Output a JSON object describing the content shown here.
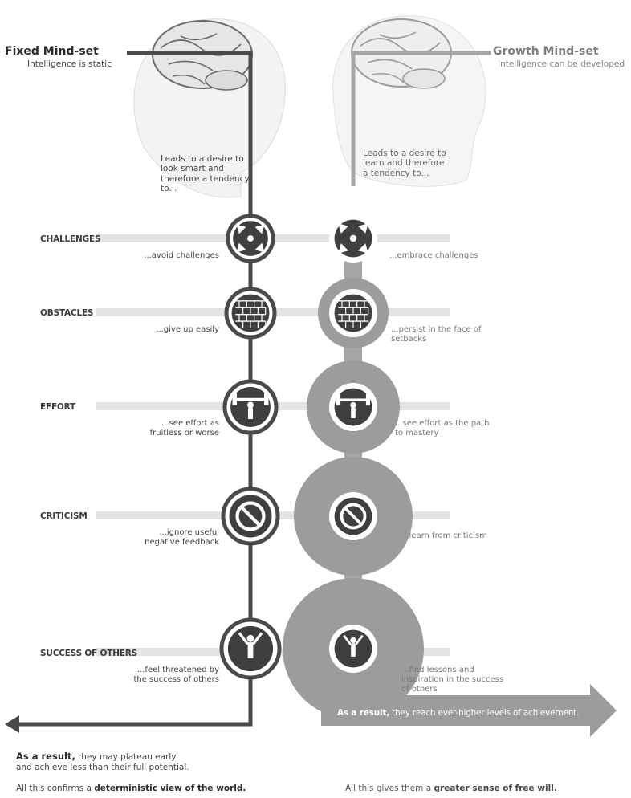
{
  "fixed": {
    "title": "Fixed Mind-set",
    "subtitle": "Intelligence is static",
    "leads": "Leads to a desire to look smart and therefore a tendency to...",
    "result_label": "As a result,",
    "result_line1": " they may plateau early",
    "result_line2": "and achieve less than their full potential.",
    "confirm_prefix": "All this confirms a ",
    "confirm_bold": "deterministic view of the world."
  },
  "growth": {
    "title": "Growth Mind-set",
    "subtitle": "Intelligence can be developed",
    "leads": "Leads to a desire to learn and therefore a tendency to...",
    "result_label": "As a result,",
    "result_text": " they reach ever-higher levels of achievement.",
    "confirm_prefix": "All this gives them a ",
    "confirm_bold": "greater sense of free will."
  },
  "rows": [
    {
      "category": "CHALLENGES",
      "icon": "arrows-inward-icon",
      "fixed": "...avoid challenges",
      "growth": "...embrace challenges"
    },
    {
      "category": "OBSTACLES",
      "icon": "brick-wall-icon",
      "fixed": "...give up easily",
      "growth": "...persist in the face of setbacks"
    },
    {
      "category": "EFFORT",
      "icon": "weightlifter-icon",
      "fixed": "...see effort as fruitless or worse",
      "growth": "...see effort as the path to mastery"
    },
    {
      "category": "CRITICISM",
      "icon": "prohibited-icon",
      "fixed": "...ignore useful negative feedback",
      "growth": "...learn from criticism"
    },
    {
      "category": "SUCCESS OF OTHERS",
      "icon": "winner-icon",
      "fixed": "...feel threatened by the success of others",
      "growth": "...find lessons and inspiration in the success of others"
    }
  ],
  "colors": {
    "fixed_line": "#4a4a4a",
    "growth_line": "#a6a6a6",
    "icon_fill": "#3f3f3f",
    "growth_circle": "#9c9c9c"
  }
}
